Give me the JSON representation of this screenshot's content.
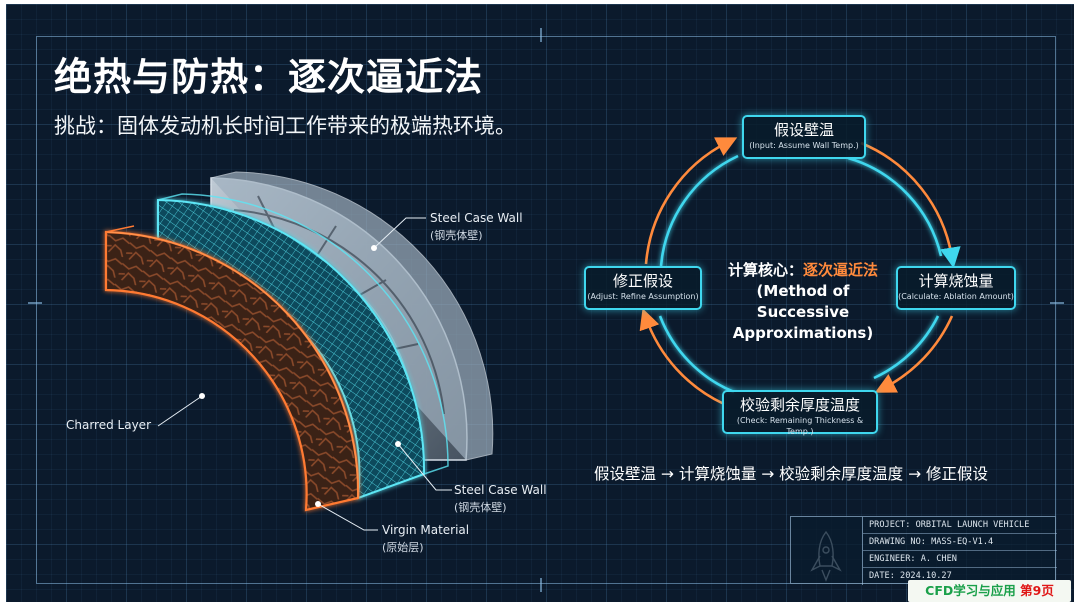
{
  "title": "绝热与防热：逐次逼近法",
  "subtitle": "挑战：固体发动机长时间工作带来的极端热环境。",
  "diagram": {
    "labels": {
      "steel_top": {
        "en": "Steel Case Wall",
        "zh": "(钢壳体壁)"
      },
      "steel_bottom": {
        "en": "Steel Case Wall",
        "zh": "(钢壳体壁)"
      },
      "charred": {
        "en": "Charred Layer"
      },
      "virgin": {
        "en": "Virgin Material",
        "zh": "(原始层)"
      }
    }
  },
  "cycle": {
    "nodes": [
      {
        "zh": "假设壁温",
        "en": "(Input: Assume Wall Temp.)"
      },
      {
        "zh": "计算烧蚀量",
        "en": "(Calculate: Ablation Amount)"
      },
      {
        "zh": "校验剩余厚度温度",
        "en": "(Check: Remaining Thickness & Temp.)"
      },
      {
        "zh": "修正假设",
        "en": "(Adjust: Refine Assumption)"
      }
    ],
    "core": {
      "prefix": "计算核心：",
      "highlight": "逐次逼近法",
      "line2": "(Method of Successive",
      "line3": "Approximations)"
    },
    "flow_text": "假设壁温 → 计算烧蚀量 → 校验剩余厚度温度 → 修正假设"
  },
  "title_block": {
    "project": "PROJECT: ORBITAL LAUNCH VEHICLE",
    "drawing": "DRAWING NO: MASS-EQ-V1.4",
    "engineer": "ENGINEER: A. CHEN",
    "date": "DATE: 2024.10.27"
  },
  "watermark": {
    "text": "CFD学习与应用 ",
    "page": "第9页"
  },
  "colors": {
    "background": "#0b1a2c",
    "accent_cyan": "#3fd7ee",
    "accent_orange": "#ff8a3c",
    "watermark_green": "#1aa04a",
    "watermark_red": "#e01818"
  }
}
